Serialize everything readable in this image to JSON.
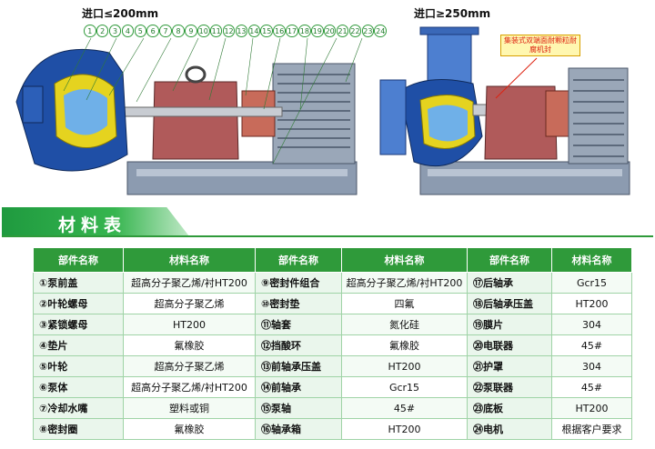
{
  "diagram": {
    "left_inlet_label": "进口≤200mm",
    "right_inlet_label": "进口≥250mm",
    "part_numbers": [
      "1",
      "2",
      "3",
      "4",
      "5",
      "6",
      "7",
      "8",
      "9",
      "10",
      "11",
      "12",
      "13",
      "14",
      "15",
      "16",
      "17",
      "18",
      "19",
      "20",
      "21",
      "22",
      "23",
      "24"
    ],
    "seal_note": "集装式双端面耐颗粒耐腐机封"
  },
  "section_title": "材料表",
  "table": {
    "headers": [
      "部件名称",
      "材料名称",
      "部件名称",
      "材料名称",
      "部件名称",
      "材料名称"
    ],
    "rows": [
      [
        "①泵前盖",
        "超高分子聚乙烯/衬HT200",
        "⑨密封件组合",
        "超高分子聚乙烯/衬HT200",
        "⑰后轴承",
        "Gcr15"
      ],
      [
        "②叶轮螺母",
        "超高分子聚乙烯",
        "⑩密封垫",
        "四氟",
        "⑱后轴承压盖",
        "HT200"
      ],
      [
        "③紧锁螺母",
        "HT200",
        "⑪轴套",
        "氮化硅",
        "⑲膜片",
        "304"
      ],
      [
        "④垫片",
        "氟橡胶",
        "⑫挡酸环",
        "氟橡胶",
        "⑳电联器",
        "45#"
      ],
      [
        "⑤叶轮",
        "超高分子聚乙烯",
        "⑬前轴承压盖",
        "HT200",
        "㉑护罩",
        "304"
      ],
      [
        "⑥泵体",
        "超高分子聚乙烯/衬HT200",
        "⑭前轴承",
        "Gcr15",
        "㉒泵联器",
        "45#"
      ],
      [
        "⑦冷却水嘴",
        "塑料或铜",
        "⑮泵轴",
        "45#",
        "㉓底板",
        "HT200"
      ],
      [
        "⑧密封圈",
        "氟橡胶",
        "⑯轴承箱",
        "HT200",
        "㉔电机",
        "根据客户要求"
      ]
    ]
  }
}
